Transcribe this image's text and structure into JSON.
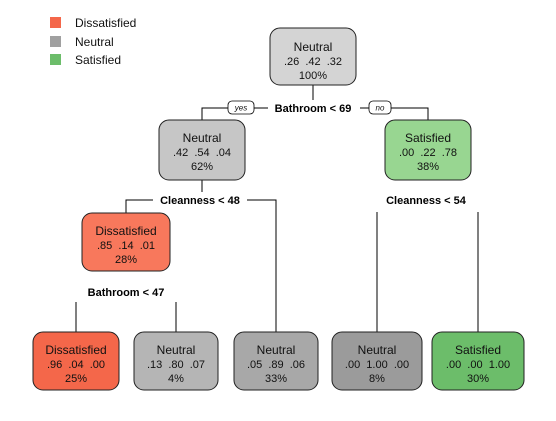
{
  "legend": [
    {
      "label": "Dissatisfied",
      "color": "#f4674a"
    },
    {
      "label": "Neutral",
      "color": "#a0a0a0"
    },
    {
      "label": "Satisfied",
      "color": "#6cbd6a"
    }
  ],
  "branch_labels": {
    "yes": "yes",
    "no": "no"
  },
  "splits": [
    {
      "id": "split-root",
      "text": "Bathroom < 69"
    },
    {
      "id": "split-left",
      "text": "Cleanness < 48"
    },
    {
      "id": "split-right",
      "text": "Cleanness < 54"
    },
    {
      "id": "split-left-left",
      "text": "Bathroom < 47"
    }
  ],
  "nodes": [
    {
      "id": "root",
      "class": "Neutral",
      "probs": ".26  .42  .32",
      "pct": "100%",
      "fill": "#d4d4d4"
    },
    {
      "id": "n2",
      "class": "Neutral",
      "probs": ".42  .54  .04",
      "pct": "62%",
      "fill": "#c6c6c6"
    },
    {
      "id": "n3",
      "class": "Satisfied",
      "probs": ".00  .22  .78",
      "pct": "38%",
      "fill": "#98d691"
    },
    {
      "id": "n4",
      "class": "Dissatisfied",
      "probs": ".85  .14  .01",
      "pct": "28%",
      "fill": "#f8785c"
    },
    {
      "id": "n8",
      "class": "Dissatisfied",
      "probs": ".96  .04  .00",
      "pct": "25%",
      "fill": "#f4674a"
    },
    {
      "id": "n9",
      "class": "Neutral",
      "probs": ".13  .80  .07",
      "pct": "4%",
      "fill": "#b5b5b5"
    },
    {
      "id": "n5",
      "class": "Neutral",
      "probs": ".05  .89  .06",
      "pct": "33%",
      "fill": "#a8a8a8"
    },
    {
      "id": "n6",
      "class": "Neutral",
      "probs": ".00  1.00  .00",
      "pct": "8%",
      "fill": "#9b9b9b"
    },
    {
      "id": "n7",
      "class": "Satisfied",
      "probs": ".00  .00  1.00",
      "pct": "30%",
      "fill": "#6cbd6a"
    }
  ]
}
